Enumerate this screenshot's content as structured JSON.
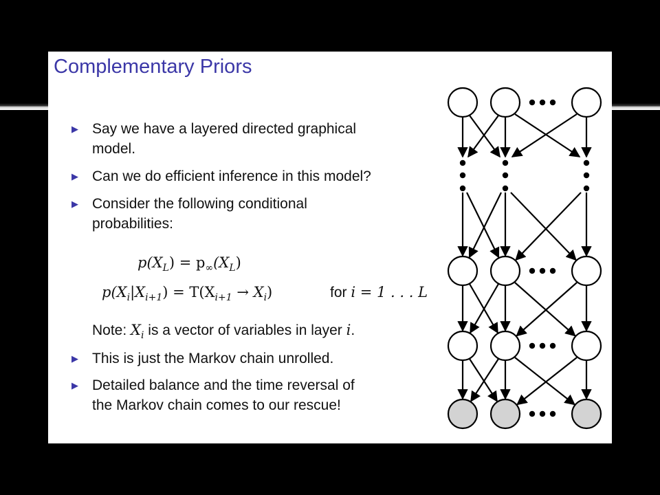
{
  "slide": {
    "title": "Complementary Priors",
    "bullets": [
      {
        "lines": [
          "Say we have a layered directed graphical",
          "model."
        ]
      },
      {
        "lines": [
          "Can we do efficient inference in this model?"
        ]
      },
      {
        "lines": [
          "Consider the following conditional",
          "probabilities:"
        ]
      },
      {
        "lines": [
          "This is just the Markov chain unrolled."
        ]
      },
      {
        "lines": [
          "Detailed balance and the time reversal of",
          "the Markov chain comes to our rescue!"
        ]
      }
    ],
    "equations": {
      "eq1_lhs": "p(X",
      "eq1_sub": "L",
      "eq1_mid": ") = p",
      "eq1_sub2": "∞",
      "eq1_rhs": "(X",
      "eq1_sub3": "L",
      "eq1_end": ")",
      "eq2_lhs": "p(X",
      "eq2_sub": "i",
      "eq2_bar": "|X",
      "eq2_sub2": "i+1",
      "eq2_mid": ") = T(X",
      "eq2_sub3": "i+1",
      "eq2_arrow": " → X",
      "eq2_sub4": "i",
      "eq2_end": ")",
      "for_label": "for",
      "for_range": "i = 1 . . . L"
    },
    "note": {
      "prefix": "Note: ",
      "var": "X",
      "sub": "i",
      "middle": " is a vector of variables in layer ",
      "layer": "i",
      "end": "."
    }
  },
  "colors": {
    "title": "#3b37a7",
    "bullet_marker": "#3b37a7",
    "observed_node": "#d3d3d3",
    "hidden_node": "#ffffff"
  },
  "icons": {
    "bullet_marker": "right-triangle-icon"
  }
}
